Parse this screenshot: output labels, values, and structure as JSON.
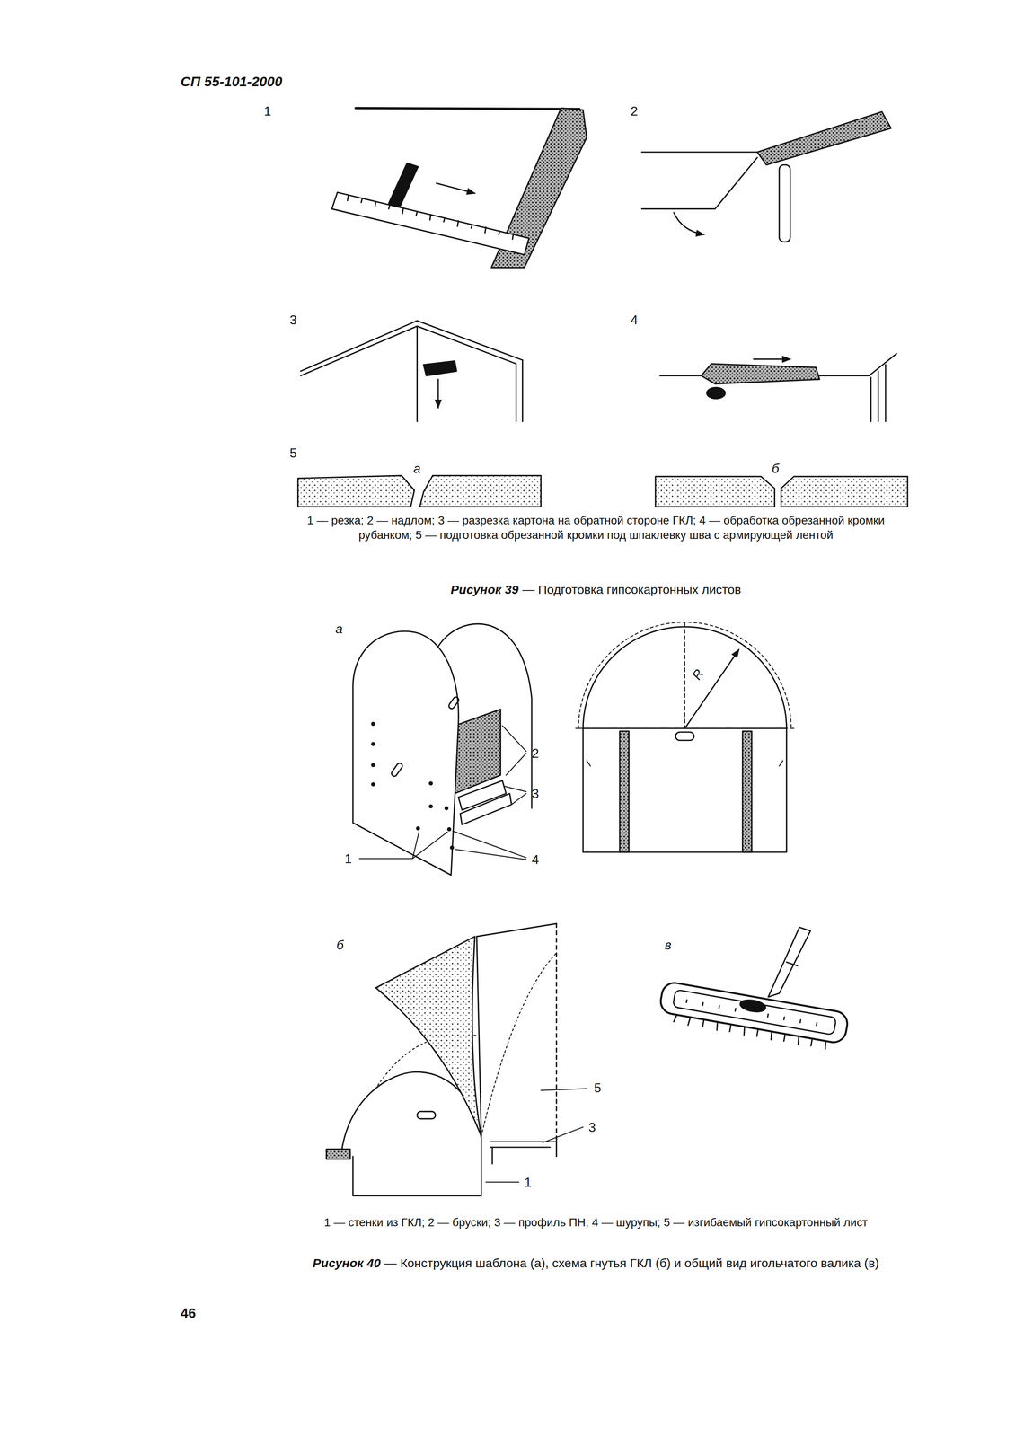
{
  "diagram": {
    "labels": [
      "СП 55-101-2000",
      "1",
      "2",
      "3",
      "4",
      "5",
      "а",
      "б",
      "1 — резка; 2 — надлом; 3 — разрезка картона на обратной стороне ГКЛ; 4 — обработка обрезанной кромки рубанком; 5 — подготовка обрезанной кромки под шпаклевку шва с армирующей лентой",
      "Рисунок 39",
      "— Подготовка гипсокартонных листов",
      "а",
      "2",
      "3",
      "1",
      "4",
      "R",
      "б",
      "в",
      "5",
      "3",
      "1",
      "1 — стенки из ГКЛ; 2 — бруски; 3 — профиль ПН; 4 — шурупы; 5 — изгибаемый гипсокартонный лист",
      "Рисунок 40",
      "— Конструкция шаблона (а), схема гнутья ГКЛ (б) и общий вид игольчатого валика (в)",
      "46"
    ]
  }
}
